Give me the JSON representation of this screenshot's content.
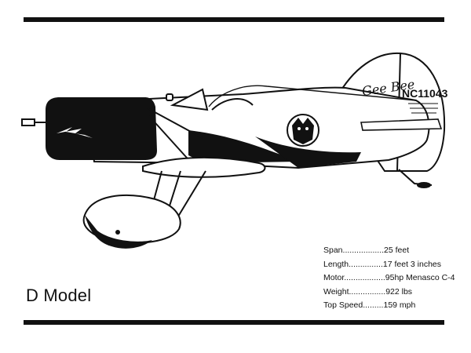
{
  "page": {
    "colors": {
      "ink": "#111111",
      "paper": "#ffffff"
    }
  },
  "aircraft": {
    "registration": "NC11043",
    "image_icon": "biplane-line-drawing",
    "tail_script": "Gee Bee",
    "cowl_mark": "lightning-bolt"
  },
  "model": {
    "title": "D Model"
  },
  "specs": [
    {
      "label": "Span",
      "leader": "..................",
      "value": "25 feet"
    },
    {
      "label": "Length",
      "leader": "...............",
      "value": "17 feet 3 inches"
    },
    {
      "label": "Motor",
      "leader": "..................",
      "value": "95hp Menasco C-4"
    },
    {
      "label": "Weight",
      "leader": "................",
      "value": "922 lbs"
    },
    {
      "label": "Top Speed",
      "leader": ".........",
      "value": "159 mph"
    }
  ]
}
